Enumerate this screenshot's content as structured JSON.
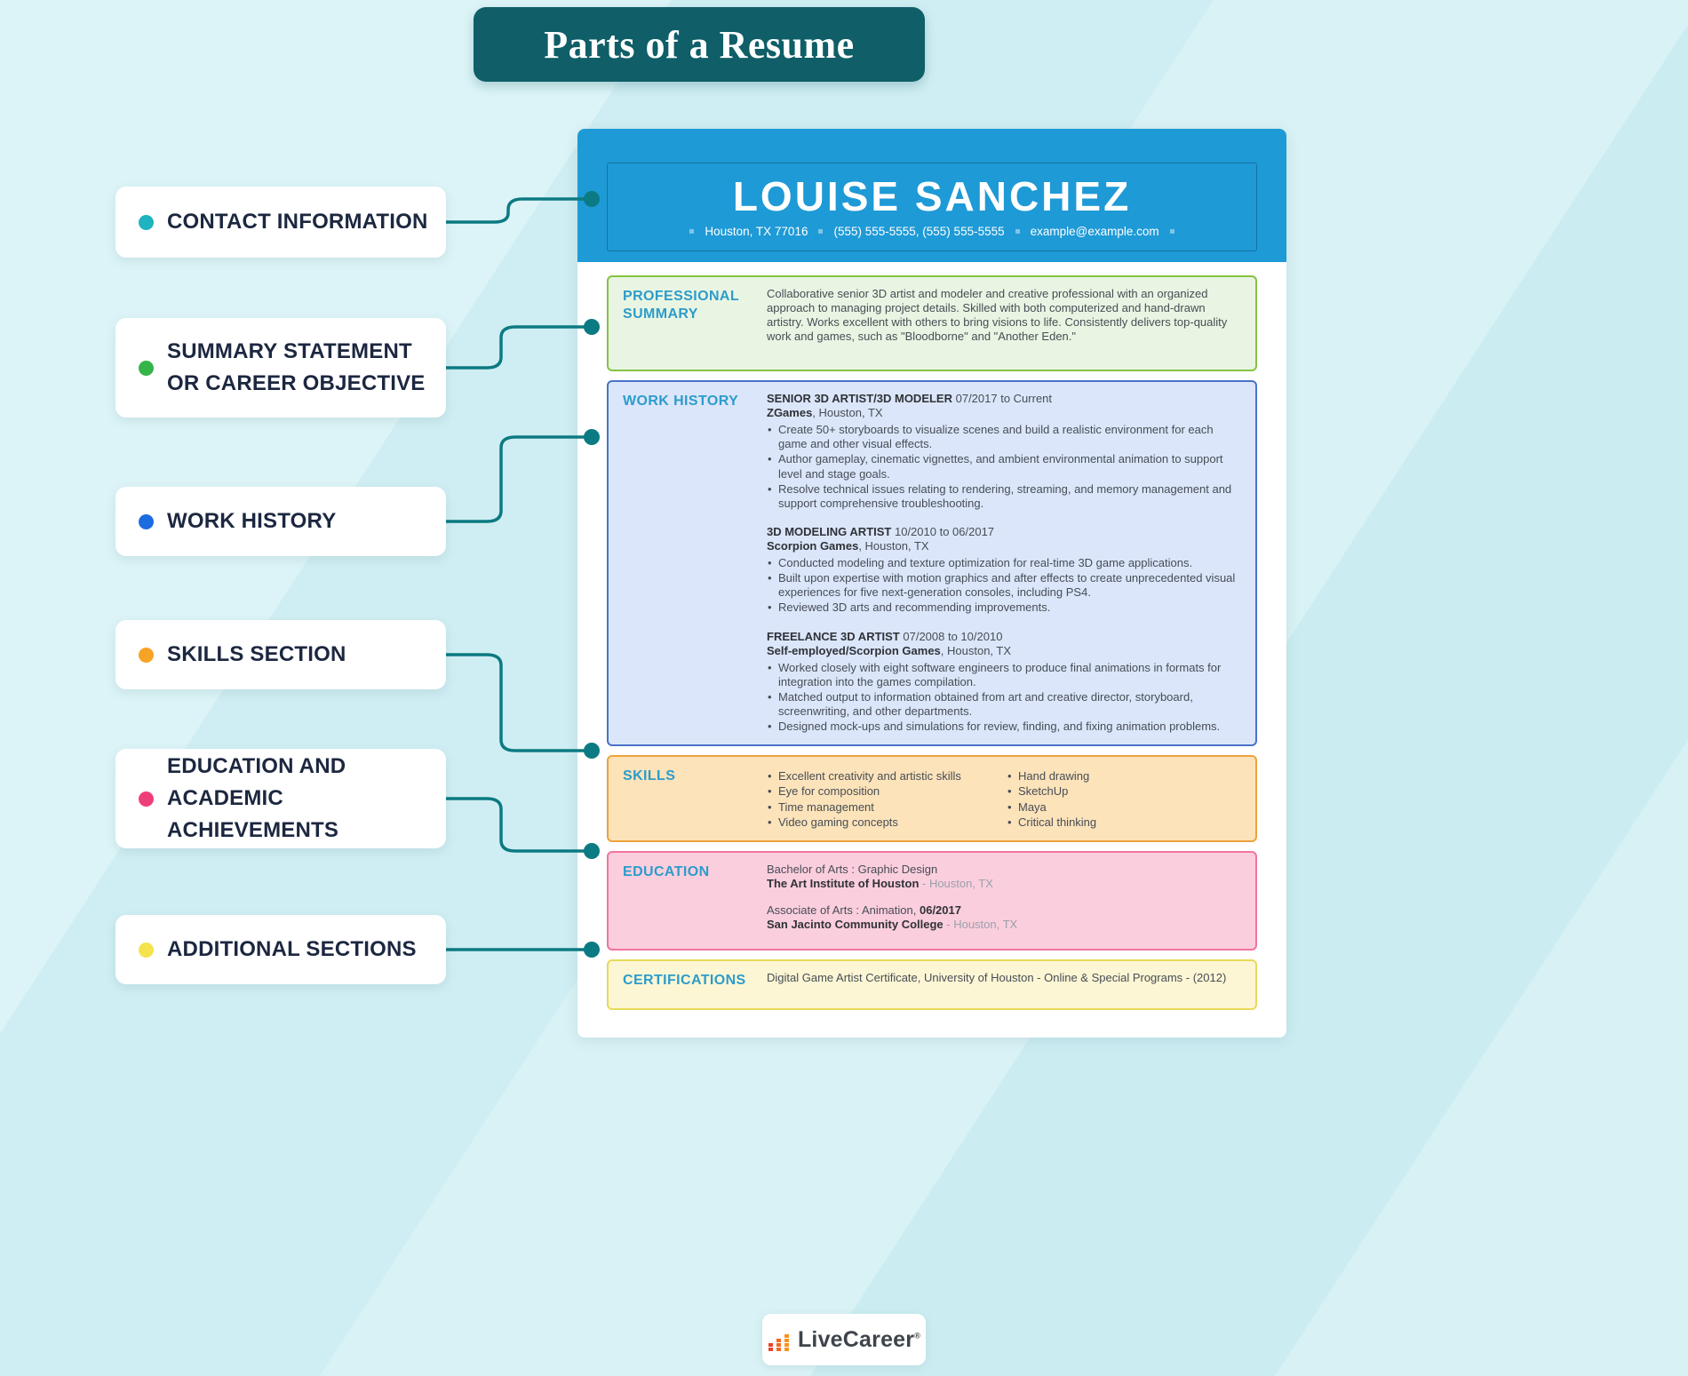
{
  "title": "Parts of a Resume",
  "palette": {
    "banner": "#0f5e68",
    "connector": "#0c7a82",
    "header_blue": "#1e9ad6",
    "section_heading": "#2d9cca",
    "summary_accent": "#84c341",
    "work_accent": "#4a72c8",
    "skills_accent": "#eda23d",
    "education_accent": "#f2749f",
    "certifications_accent": "#e7da58"
  },
  "callouts": [
    {
      "label": "CONTACT INFORMATION",
      "dot_color": "#1fb3bf"
    },
    {
      "label": "SUMMARY STATEMENT OR CAREER OBJECTIVE",
      "dot_color": "#35b44a"
    },
    {
      "label": "WORK HISTORY",
      "dot_color": "#1d6be0"
    },
    {
      "label": "SKILLS SECTION",
      "dot_color": "#f7a325"
    },
    {
      "label": "EDUCATION AND ACADEMIC ACHIEVEMENTS",
      "dot_color": "#ee3e79"
    },
    {
      "label": "ADDITIONAL SECTIONS",
      "dot_color": "#f5e34d"
    }
  ],
  "resume": {
    "name": "LOUISE SANCHEZ",
    "contact": {
      "location": "Houston, TX 77016",
      "phone": "(555) 555-5555, (555) 555-5555",
      "email": "example@example.com"
    },
    "summary": {
      "heading": "PROFESSIONAL SUMMARY",
      "text": "Collaborative senior 3D artist and modeler and creative professional with an organized approach to managing project details. Skilled with both computerized and hand-drawn artistry. Works excellent with others to bring visions to life. Consistently delivers top-quality work and games, such as \"Bloodborne\" and \"Another Eden.\""
    },
    "work": {
      "heading": "WORK HISTORY",
      "jobs": [
        {
          "title": "SENIOR 3D ARTIST/3D MODELER",
          "dates": "07/2017 to Current",
          "company": "ZGames",
          "company_suffix": ", Houston, TX",
          "bullets": [
            "Create 50+ storyboards to visualize scenes and build a realistic environment for each game and other visual effects.",
            "Author gameplay, cinematic vignettes, and ambient environmental animation to support level and stage goals.",
            "Resolve technical issues relating to rendering, streaming, and memory management and support comprehensive troubleshooting."
          ]
        },
        {
          "title": "3D MODELING ARTIST",
          "dates": "10/2010 to 06/2017",
          "company": "Scorpion Games",
          "company_suffix": ", Houston, TX",
          "bullets": [
            "Conducted modeling and texture optimization for real-time 3D game applications.",
            "Built upon expertise with motion graphics and after effects to create unprecedented visual experiences for five next-generation consoles, including PS4.",
            "Reviewed 3D arts and recommending improvements."
          ]
        },
        {
          "title": "FREELANCE 3D ARTIST",
          "dates": "07/2008 to 10/2010",
          "company": "Self-employed/Scorpion Games",
          "company_suffix": ", Houston, TX",
          "bullets": [
            "Worked closely with eight software engineers to produce final animations in formats for integration into the games compilation.",
            "Matched output to information obtained from art and creative director, storyboard, screenwriting, and other departments.",
            "Designed mock-ups and simulations for review, finding, and fixing animation problems."
          ]
        }
      ]
    },
    "skills": {
      "heading": "SKILLS",
      "col1": [
        "Excellent creativity and artistic skills",
        "Eye for composition",
        "Time management",
        "Video gaming concepts"
      ],
      "col2": [
        "Hand drawing",
        "SketchUp",
        "Maya",
        "Critical thinking"
      ]
    },
    "education": {
      "heading": "EDUCATION",
      "entry1": {
        "degree": "Bachelor of Arts : Graphic Design",
        "school": "The Art Institute of Houston",
        "location": " - Houston, TX"
      },
      "entry2": {
        "degree": "Associate of Arts : Animation, ",
        "date": "06/2017",
        "school": "San Jacinto Community College",
        "location": " - Houston, TX"
      }
    },
    "certifications": {
      "heading": "CERTIFICATIONS",
      "text": "Digital Game Artist Certificate, University of Houston - Online & Special Programs - (2012)"
    }
  },
  "logo": {
    "brand": "LiveCareer",
    "registered": "®"
  }
}
